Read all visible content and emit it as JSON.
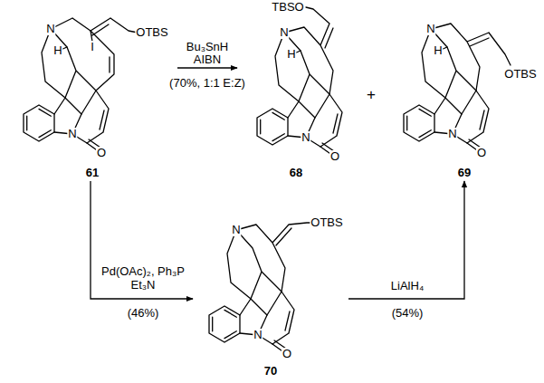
{
  "diagram": {
    "nodes": [
      {
        "text": [
          "61"
        ]
      },
      {
        "text": [
          "68"
        ]
      },
      {
        "text": [
          "69"
        ]
      },
      {
        "text": [
          "70"
        ]
      }
    ],
    "edges": [
      {
        "from": 0,
        "to": 1,
        "arrow": "to"
      },
      {
        "from": 0,
        "to": 3,
        "arrow": "to"
      },
      {
        "from": 3,
        "to": 2,
        "arrow": "to"
      }
    ],
    "labels": [
      "N",
      "H",
      "I",
      "OTBS",
      "N",
      "O",
      "TBSO",
      "N",
      "H",
      "N",
      "O",
      "+",
      "N",
      "H",
      "OTBS",
      "N",
      "O",
      "Bu₃SnH",
      "AIBN",
      "(70%, 1:1 E:Z)",
      "Pd(OAc)₂, Ph₃P",
      "Et₃N",
      "(46%)",
      "LiAlH₄",
      "(54%)",
      "N",
      "OTBS",
      "N",
      "O"
    ]
  }
}
